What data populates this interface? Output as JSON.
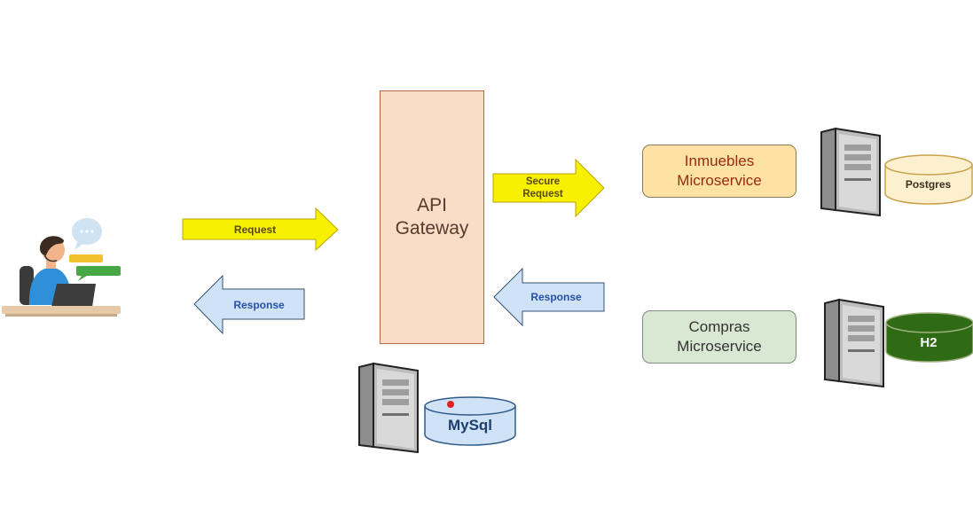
{
  "gateway": {
    "label": "API\nGateway"
  },
  "arrows": {
    "request": "Request",
    "response_client": "Response",
    "secure_request": "Secure\nRequest",
    "response_gateway": "Response"
  },
  "services": {
    "inmuebles": "Inmuebles\nMicroservice",
    "compras": "Compras\nMicroservice"
  },
  "databases": {
    "postgres": "Postgres",
    "h2": "H2",
    "mysql": "MySql"
  },
  "colors": {
    "arrow_yellow": "#f7f100",
    "arrow_blue": "#cfe2f6",
    "gateway_fill": "#fbdcc6",
    "inmuebles_fill": "#fde2a3",
    "compras_fill": "#d9e8d2",
    "h2_fill": "#2f6b15",
    "mysql_fill": "#cfe2f6",
    "postgres_fill": "#fdf0cf"
  },
  "icons": [
    "user-at-laptop-icon",
    "server-tower-icon",
    "database-cylinder-icon"
  ]
}
